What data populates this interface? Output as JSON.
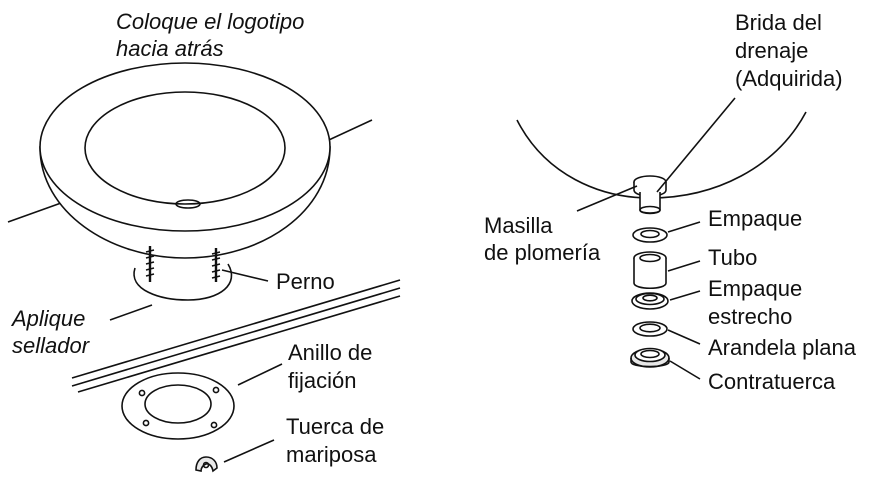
{
  "labels": {
    "logo_note": [
      "Coloque el logotipo",
      "hacia atrás"
    ],
    "sealer": [
      "Aplique",
      "sellador"
    ],
    "bolt": "Perno",
    "mounting_ring": [
      "Anillo de",
      "fijación"
    ],
    "wing_nut": [
      "Tuerca de",
      "mariposa"
    ],
    "drain_flange": [
      "Brida del",
      "drenaje",
      "(Adquirida)"
    ],
    "plumbers_putty": [
      "Masilla",
      "de plomería"
    ],
    "gasket": "Empaque",
    "tube": "Tubo",
    "narrow_gasket": [
      "Empaque",
      "estrecho"
    ],
    "flat_washer": "Arandela plana",
    "lock_nut": "Contratuerca"
  }
}
